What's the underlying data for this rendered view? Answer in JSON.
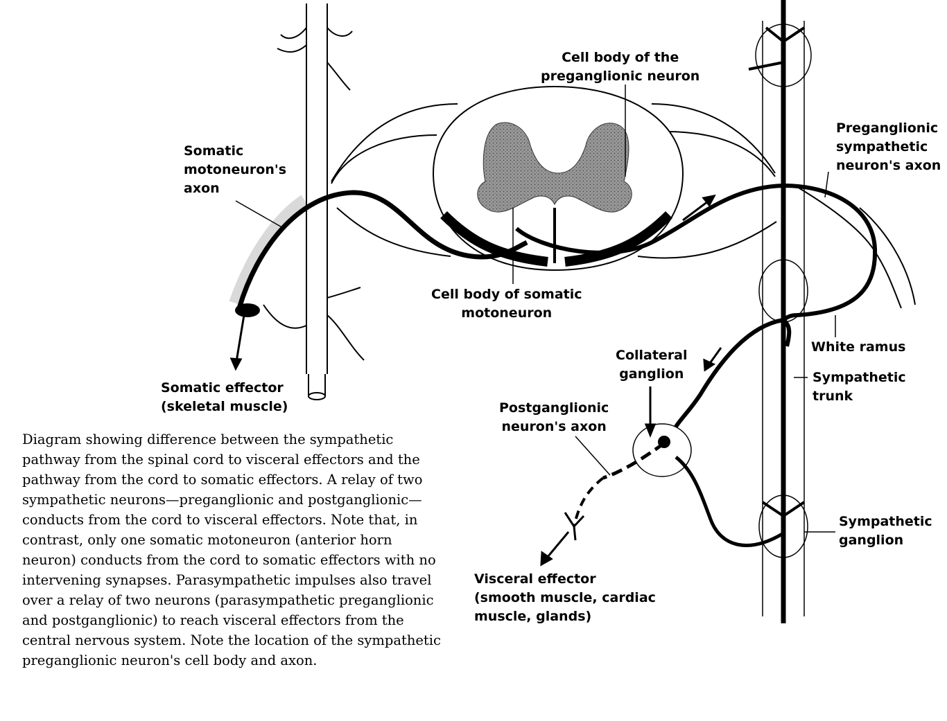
{
  "labels": {
    "cell_body_preganglionic": [
      "Cell body of the",
      "preganglionic neuron"
    ],
    "somatic_motoneuron_axon": [
      "Somatic",
      "motoneuron's",
      "axon"
    ],
    "preganglionic_axon": [
      "Preganglionic",
      "sympathetic",
      "neuron's axon"
    ],
    "cell_body_somatic": [
      "Cell body of somatic",
      "motoneuron"
    ],
    "white_ramus": [
      "White ramus"
    ],
    "collateral_ganglion": [
      "Collateral",
      "ganglion"
    ],
    "sympathetic_trunk": [
      "Sympathetic",
      "trunk"
    ],
    "somatic_effector": [
      "Somatic effector",
      "(skeletal muscle)"
    ],
    "postganglionic_axon": [
      "Postganglionic",
      "neuron's axon"
    ],
    "sympathetic_ganglion": [
      "Sympathetic",
      "ganglion"
    ],
    "visceral_effector": [
      "Visceral effector",
      "(smooth muscle, cardiac",
      "muscle, glands)"
    ]
  },
  "caption": "Diagram showing difference between the sympathetic pathway from the spinal cord to visceral effectors and the pathway from the cord to somatic effectors. A relay of two sympathetic neurons—preganglionic and postganglionic—conducts from the cord to visceral effectors. Note that, in contrast, only one somatic motoneuron (anterior horn neuron) conducts from the cord to somatic effectors with no intervening synapses. Parasympathetic impulses also travel over a relay of two neurons (parasympathetic preganglionic and postganglionic) to reach visceral effectors from the central nervous system. Note the location of the sympathetic preganglionic neuron's cell body and axon."
}
